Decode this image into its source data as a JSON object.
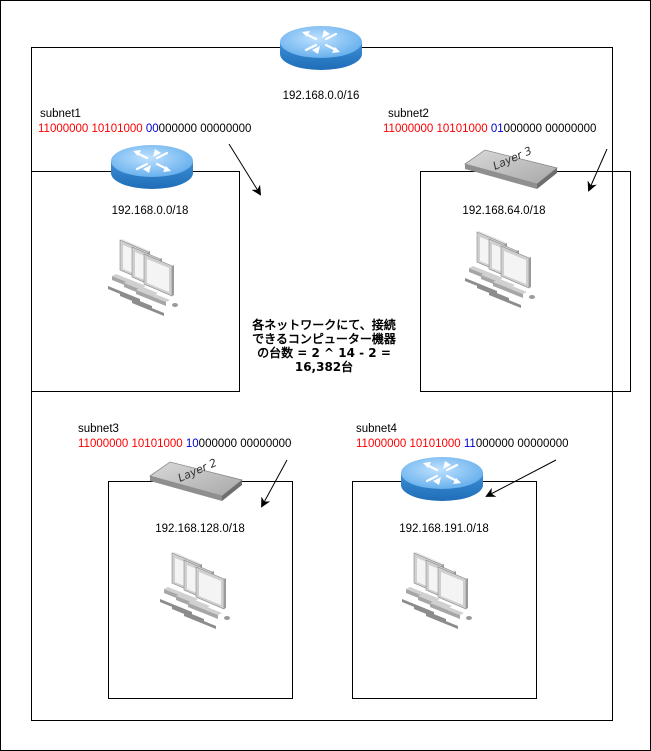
{
  "main_network": {
    "label": "192.168.0.0/16",
    "device": "router-icon"
  },
  "subnets": [
    {
      "name": "subnet1",
      "bits_red": "11000000 10101000 ",
      "bits_blue": "00",
      "bits_black": "000000 00000000",
      "address": "192.168.0.0/18",
      "device": "router-icon"
    },
    {
      "name": "subnet2",
      "bits_red": "11000000 10101000 ",
      "bits_blue": "01",
      "bits_black": "000000 00000000",
      "address": "192.168.64.0/18",
      "device": "layer3-switch-icon",
      "device_label": "Layer 3"
    },
    {
      "name": "subnet3",
      "bits_red": "11000000 10101000 ",
      "bits_blue": "10",
      "bits_black": "000000 00000000",
      "address": "192.168.128.0/18",
      "device": "layer2-switch-icon",
      "device_label": "Layer 2"
    },
    {
      "name": "subnet4",
      "bits_red": "11000000 10101000 ",
      "bits_blue": "11",
      "bits_black": "000000 00000000",
      "address": "192.168.191.0/18",
      "device": "router-icon"
    }
  ],
  "note": {
    "line1": "各ネットワークにて、接続",
    "line2": "できるコンピューター機器",
    "line3": "の台数 = 2 ^ 14 - 2 =",
    "line4": "16,382台"
  },
  "colors": {
    "network_bits": "#ff0000",
    "subnet_bits": "#0000cc",
    "router_blue": "#4a9fe0",
    "switch_gray": "#b5b5b5"
  }
}
